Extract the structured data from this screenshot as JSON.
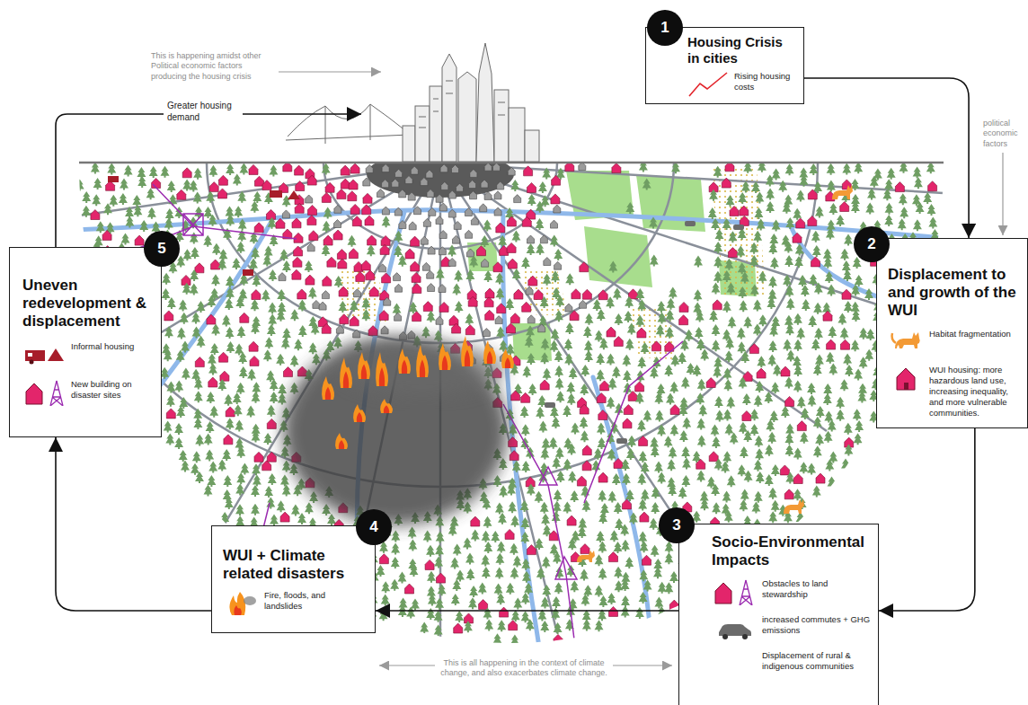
{
  "diagram": {
    "nodes": [
      {
        "text": [
          "Housing Crisis in cities",
          "Rising housing costs"
        ]
      },
      {
        "text": [
          "Uneven redevelopment & displacement",
          "Informal housing",
          "New building on disaster sites"
        ]
      },
      {
        "text": [
          "Displacement to and growth of the WUI",
          "Habitat fragmentation",
          "WUI housing: more hazardous land use, increasing inequality, and more vulnerable communities."
        ]
      },
      {
        "text": [
          "WUI + Climate related disasters",
          "Fire, floods, and landslides"
        ]
      },
      {
        "text": [
          "Socio-Environmental Impacts",
          "Obstacles to land stewardship",
          "increased commutes + GHG emissions",
          "Displacement of rural & indigenous communities"
        ]
      }
    ],
    "edges": [
      {
        "from": 0,
        "to": 2,
        "arrow": "to"
      },
      {
        "from": 2,
        "to": 4,
        "arrow": "to"
      },
      {
        "from": 4,
        "to": 3,
        "arrow": "to"
      },
      {
        "from": 3,
        "to": 1,
        "arrow": "to"
      }
    ],
    "labels": [
      "This is happening amidst other Political economic factors producing the housing crisis",
      "Greater housing demand",
      "1",
      "political economic factors",
      "5",
      "2",
      "4",
      "3",
      "This is all happening in the context of climate change, and also exacerbates climate change."
    ]
  }
}
